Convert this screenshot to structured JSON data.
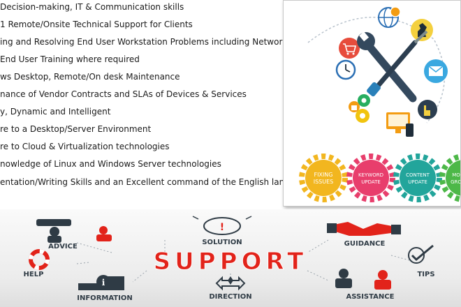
{
  "skills": [
    "Decision-making, IT & Communication skills",
    "1 Remote/Onsite Technical Support for Clients",
    "ing and Resolving End User Workstation Problems including Network Printers",
    "End User Training where required",
    "ws Desktop, Remote/On desk Maintenance",
    "nance of Vendor Contracts and SLAs of Devices & Services",
    "y, Dynamic and Intelligent",
    "re to a Desktop/Server Environment",
    "re to Cloud & Virtualization technologies",
    "nowledge of Linux and Windows Server technologies",
    "entation/Writing Skills and an Excellent command of the English language"
  ],
  "gears": [
    {
      "lines": [
        "FIXING",
        "ISSUES"
      ],
      "color": "#f2b61f"
    },
    {
      "lines": [
        "KEYWORD",
        "UPDATE"
      ],
      "color": "#e83e6c"
    },
    {
      "lines": [
        "CONTENT",
        "UPDATE"
      ],
      "color": "#22a59b"
    },
    {
      "lines": [
        "MO",
        "GRO"
      ],
      "color": "#4db848"
    }
  ],
  "support": {
    "word": "SUPPORT",
    "labels": {
      "advice": "ADVICE",
      "solution": "SOLUTION",
      "guidance": "GUIDANCE",
      "help": "HELP",
      "tips": "TIPS",
      "information": "INFORMATION",
      "direction": "DIRECTION",
      "assistance": "ASSISTANCE"
    }
  },
  "colors": {
    "accent_red": "#e2231a",
    "dark": "#2f3b45",
    "teal": "#0aa3b5"
  },
  "icons": [
    "globe-gear-icon",
    "chess-knight-icon",
    "shopping-cart-icon",
    "clock-icon",
    "wrench-screwdriver-icon",
    "envelope-icon",
    "gear-lock-icon",
    "computer-icon",
    "hand-pointer-icon",
    "lightbulb-icon",
    "handshake-icon",
    "life-buoy-icon",
    "check-icon",
    "info-icon",
    "direction-arrows-icon",
    "people-icon"
  ]
}
